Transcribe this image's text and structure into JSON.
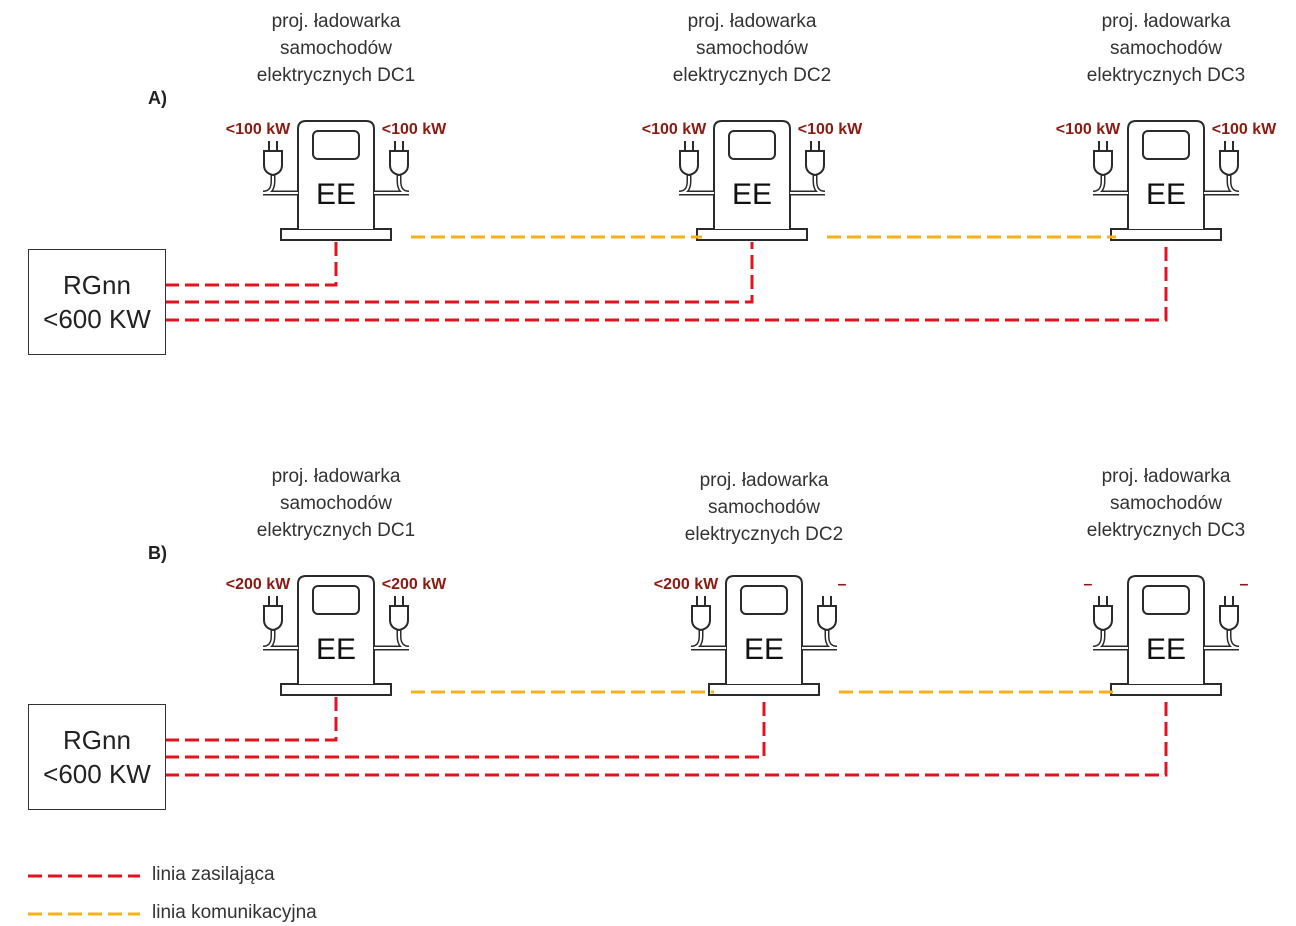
{
  "sections": [
    {
      "label": "A)",
      "board": {
        "line1": "RGnn",
        "line2": "<600 KW"
      },
      "chargers": [
        {
          "title": [
            "proj. ładowarka",
            "samochodów",
            "elektrycznych DC1"
          ],
          "body": "EE",
          "left_power": "<100 kW",
          "right_power": "<100 kW"
        },
        {
          "title": [
            "proj. ładowarka",
            "samochodów",
            "elektrycznych DC2"
          ],
          "body": "EE",
          "left_power": "<100 kW",
          "right_power": "<100 kW"
        },
        {
          "title": [
            "proj. ładowarka",
            "samochodów",
            "elektrycznych DC3"
          ],
          "body": "EE",
          "left_power": "<100 kW",
          "right_power": "<100 kW"
        }
      ]
    },
    {
      "label": "B)",
      "board": {
        "line1": "RGnn",
        "line2": "<600 KW"
      },
      "chargers": [
        {
          "title": [
            "proj. ładowarka",
            "samochodów",
            "elektrycznych DC1"
          ],
          "body": "EE",
          "left_power": "<200 kW",
          "right_power": "<200 kW"
        },
        {
          "title": [
            "proj. ładowarka",
            "samochodów",
            "elektrycznych DC2"
          ],
          "body": "EE",
          "left_power": "<200 kW",
          "right_power": "–"
        },
        {
          "title": [
            "proj. ładowarka",
            "samochodów",
            "elektrycznych DC3"
          ],
          "body": "EE",
          "left_power": "–",
          "right_power": "–"
        }
      ]
    }
  ],
  "legend": [
    {
      "label": "linia zasilająca",
      "color": "#e0141e"
    },
    {
      "label": "linia komunikacyjna",
      "color": "#f5b21b"
    }
  ],
  "colors": {
    "power_line": "#e0141e",
    "comm_line": "#f5b21b",
    "power_label": "#8b1a10",
    "outline": "#2b2b2b"
  }
}
